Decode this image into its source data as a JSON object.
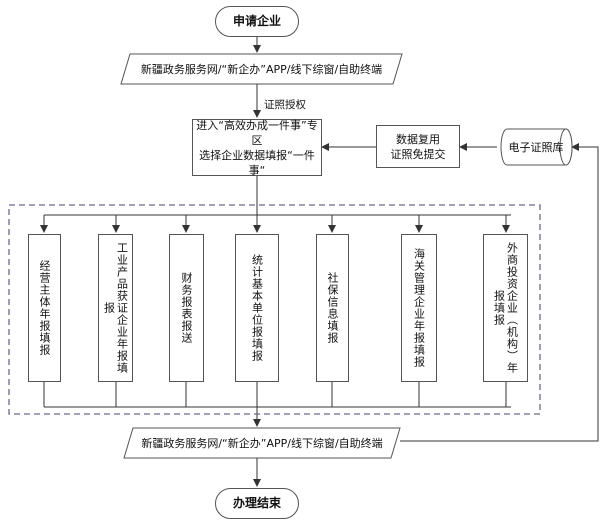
{
  "start": "申请企业",
  "channels_top": "新疆政务服务网/“新企办”APP/线下综窗/自助终端",
  "auth_label": "证照授权",
  "entry": [
    "进入“高效办成一件事”专区",
    "选择企业数据填报“一件事“"
  ],
  "reuse": [
    "数据复用",
    "证照免提交"
  ],
  "license_store": "电子证照库",
  "reports": [
    "经营主体年报填报",
    "工业产品获证企业年报填报",
    "财务报表报送",
    "统计基本单位报填报",
    "社保信息填报",
    "海关管理企业年报填报",
    "外商投资企业（机构）年报填报"
  ],
  "channels_bottom": "新疆政务服务网/“新企办”APP/线下综窗/自助终端",
  "end": "办理结束",
  "colors": {
    "line": "#333333",
    "dash": "#6b6b8a"
  }
}
